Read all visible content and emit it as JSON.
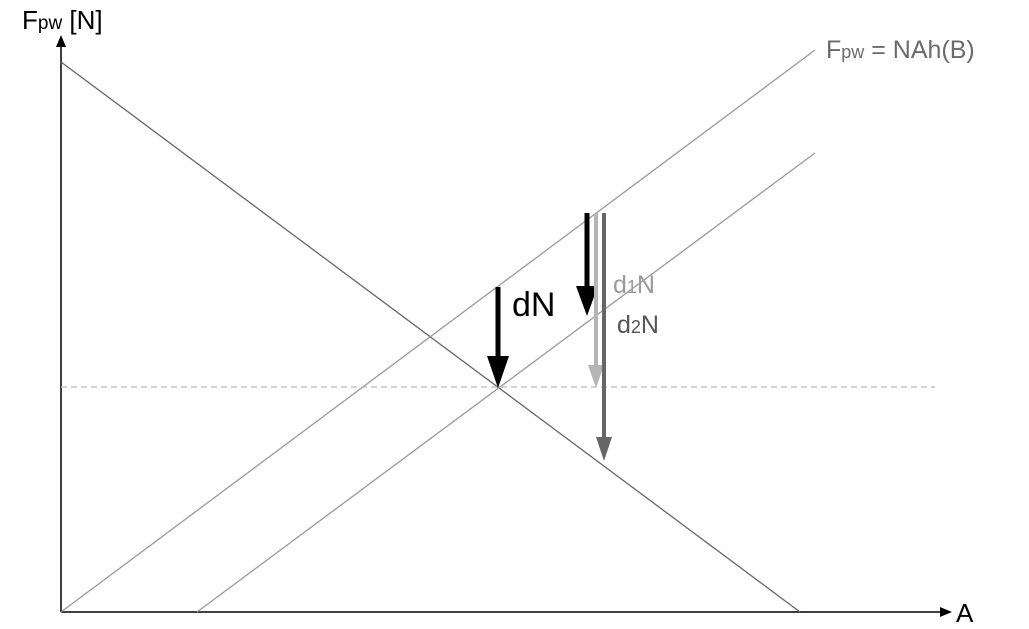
{
  "axes": {
    "y_label_main": "F",
    "y_label_sub": "pw",
    "y_label_unit": " [N]",
    "x_label": "A"
  },
  "curve_label": {
    "main": "F",
    "sub": "pw",
    "rest": " = NAh(B)"
  },
  "labels": {
    "dN": "dN",
    "d1N_prefix": "d",
    "d1N_sub": "1",
    "d1N_suffix": "N",
    "d2N_prefix": "d",
    "d2N_sub": "2",
    "d2N_suffix": "N"
  },
  "colors": {
    "axis": "#000000",
    "line": "#808080",
    "light_arrow": "#b5b5b5",
    "dark_arrow": "#666666",
    "label_gray": "#6b6b6b"
  }
}
